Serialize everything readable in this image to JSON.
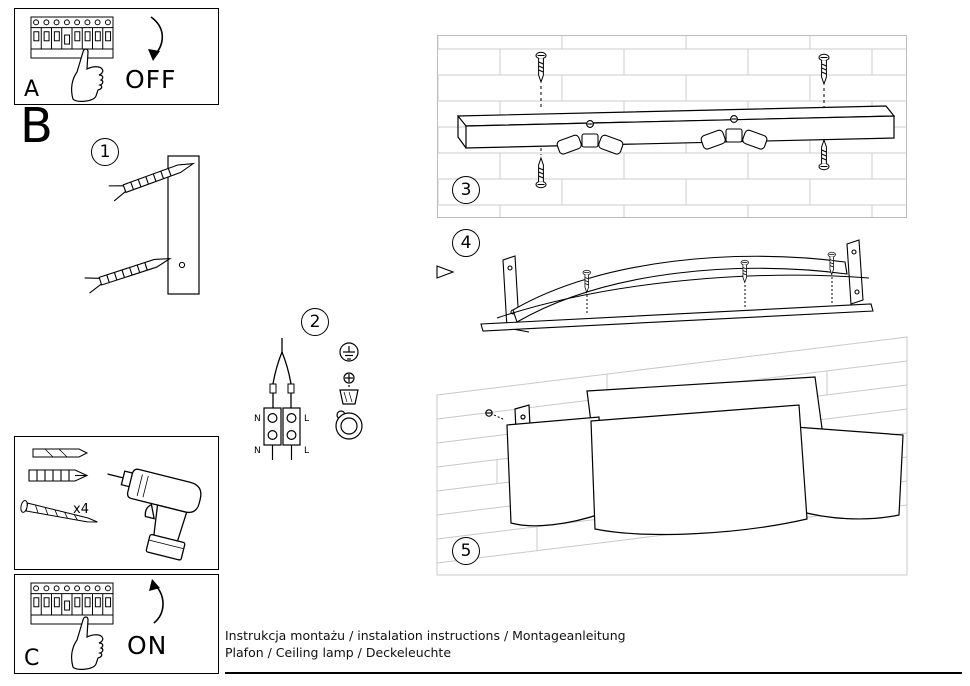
{
  "steps": {
    "s1": "1",
    "s2": "2",
    "s3": "3",
    "s4": "4",
    "s5": "5"
  },
  "sections": {
    "a": {
      "label": "A",
      "switch_label": "OFF"
    },
    "b": {
      "label": "B"
    },
    "c": {
      "label": "C",
      "switch_label": "ON"
    },
    "hardware": {
      "quantity": "x4"
    }
  },
  "wiring": {
    "top_left": "N",
    "top_right": "L",
    "bottom_left": "N",
    "bottom_right": "L"
  },
  "footer": {
    "line1": "Instrukcja montażu / instalation instructions / Montageanleitung",
    "line2": "Plafon / Ceiling lamp / Deckeleuchte"
  },
  "colors": {
    "ink": "#000000",
    "faint_line": "#c9c9c9",
    "region_border": "#bdbdbd"
  }
}
